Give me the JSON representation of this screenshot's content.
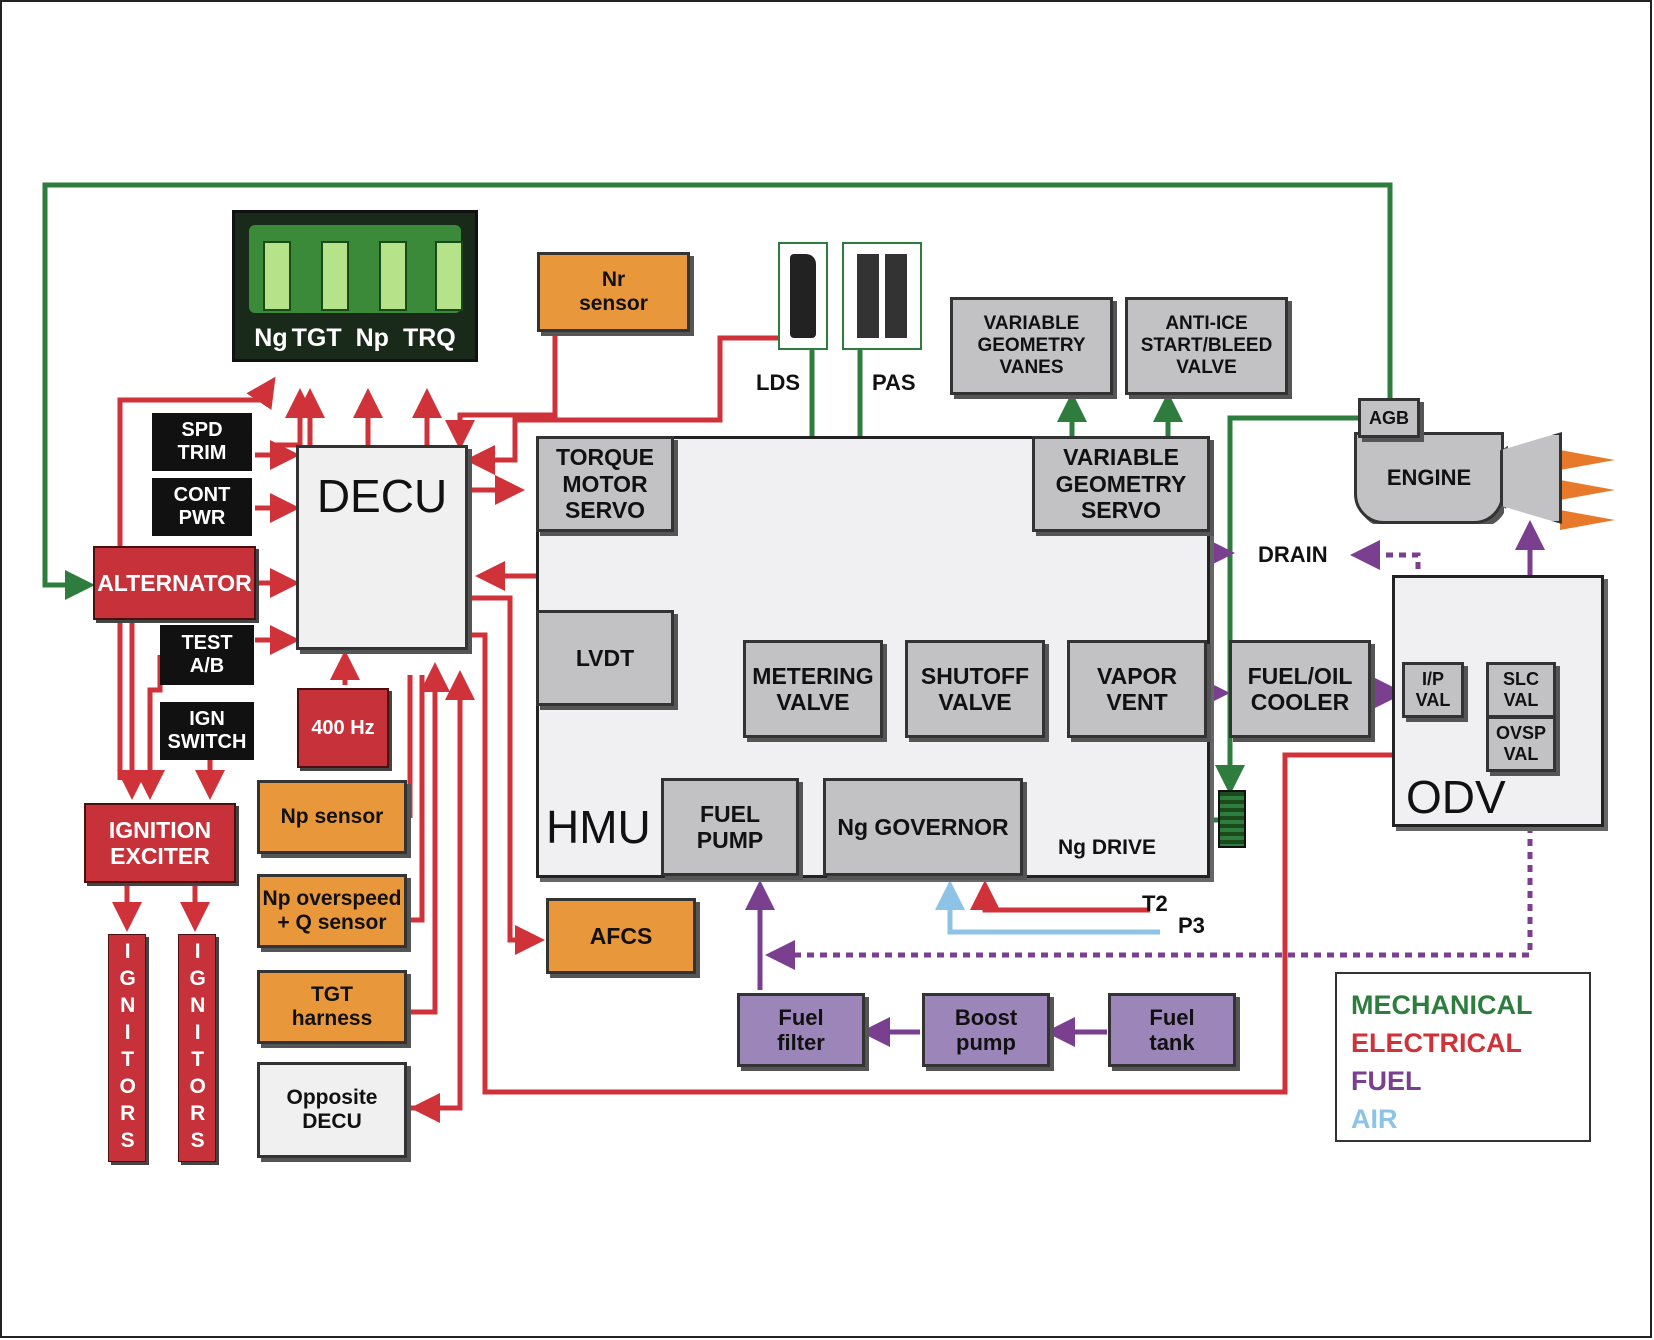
{
  "display": {
    "labels": [
      "Ng",
      "TGT",
      "Np",
      "TRQ"
    ]
  },
  "blocks": {
    "decu": "DECU",
    "nr_sensor": "Nr\nsensor",
    "spd_trim": "SPD\nTRIM",
    "cont_pwr": "CONT\nPWR",
    "alternator": "ALTERNATOR",
    "test_ab": "TEST\nA/B",
    "ign_switch": "IGN\nSWITCH",
    "hz400": "400 Hz",
    "ignition_exciter": "IGNITION\nEXCITER",
    "ignitors": "IGNITORS",
    "np_sensor": "Np sensor",
    "np_overspeed": "Np overspeed\n+ Q sensor",
    "tgt_harness": "TGT\nharness",
    "opposite_decu": "Opposite\nDECU",
    "afcs": "AFCS",
    "lds": "LDS",
    "pas": "PAS",
    "vg_vanes": "VARIABLE\nGEOMETRY\nVANES",
    "anti_ice": "ANTI-ICE\nSTART/BLEED\nVALVE",
    "agb": "AGB",
    "engine": "ENGINE",
    "torque_motor": "TORQUE\nMOTOR\nSERVO",
    "vg_servo": "VARIABLE\nGEOMETRY\nSERVO",
    "lvdt": "LVDT",
    "metering_valve": "METERING\nVALVE",
    "shutoff_valve": "SHUTOFF\nVALVE",
    "vapor_vent": "VAPOR\nVENT",
    "fuel_oil_cooler": "FUEL/OIL\nCOOLER",
    "ip_val": "I/P\nVAL",
    "slc_val": "SLC\nVAL",
    "ovsp_val": "OVSP\nVAL",
    "odv": "ODV",
    "hmu": "HMU",
    "fuel_pump": "FUEL\nPUMP",
    "ng_governor": "Ng GOVERNOR",
    "ng_drive": "Ng DRIVE",
    "drain": "DRAIN",
    "t2": "T2",
    "p3": "P3",
    "fuel_filter": "Fuel\nfilter",
    "boost_pump": "Boost\npump",
    "fuel_tank": "Fuel\ntank"
  },
  "legend": [
    {
      "label": "MECHANICAL",
      "color": "#2e7d3e"
    },
    {
      "label": "ELECTRICAL",
      "color": "#d0323a"
    },
    {
      "label": "FUEL",
      "color": "#7a3f8e"
    },
    {
      "label": "AIR",
      "color": "#8cc3e6"
    }
  ],
  "colors": {
    "mechanical": "#2e7d3e",
    "electrical": "#d0323a",
    "fuel": "#7a3f8e",
    "air": "#8cc3e6"
  }
}
